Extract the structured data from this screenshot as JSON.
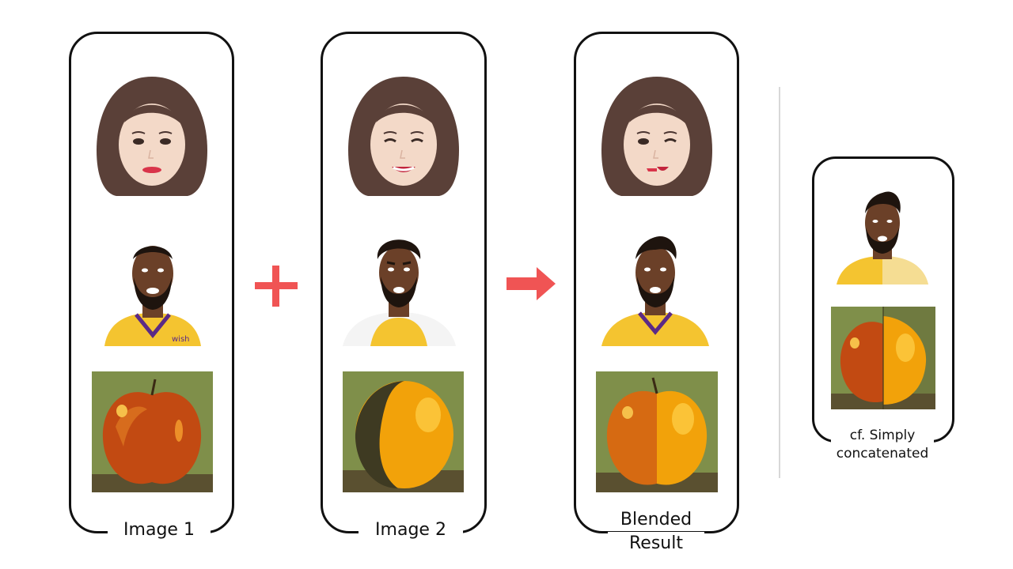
{
  "panels": {
    "image1": {
      "label": "Image 1"
    },
    "image2": {
      "label": "Image 2"
    },
    "blended": {
      "label_line1": "Blended",
      "label_line2": "Result"
    },
    "concat": {
      "label_line1": "cf. Simply",
      "label_line2": "concatenated"
    }
  },
  "operators": {
    "plus": "plus-icon",
    "arrow": "arrow-right-icon"
  },
  "colors": {
    "operator": "#f05454",
    "panel_border": "#111111",
    "hair": "#5a4038",
    "skin": "#f3d9c8",
    "dark_skin": "#6b4028",
    "jersey": "#f4c430",
    "apple": "#c24a12",
    "orange": "#f2a20a",
    "background_green": "#7f8f4a"
  }
}
